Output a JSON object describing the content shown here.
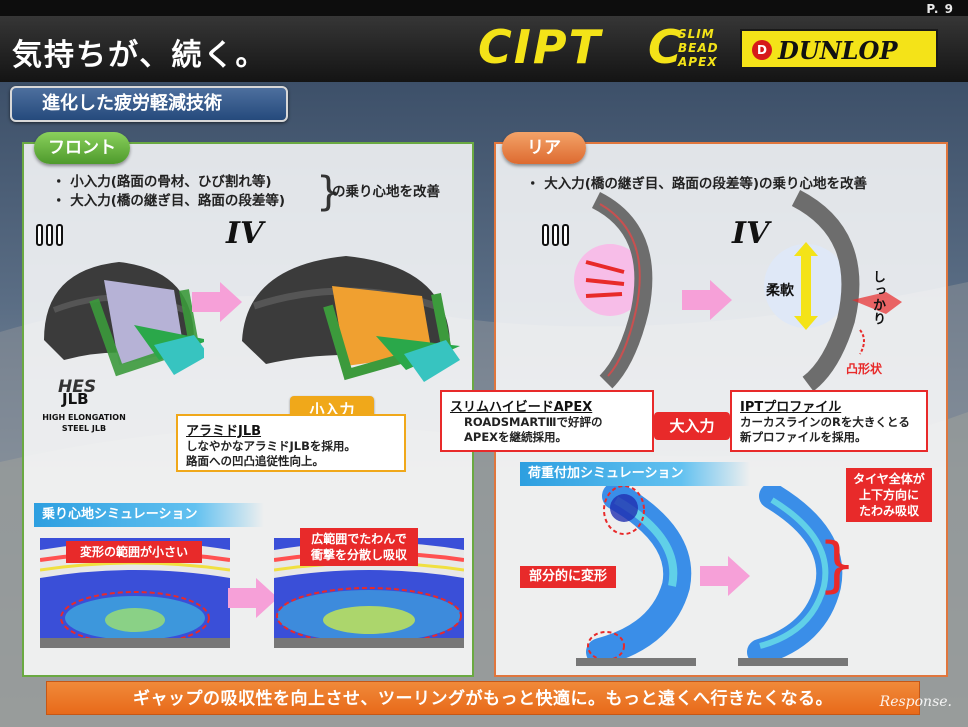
{
  "page": {
    "page_no": "P. 9"
  },
  "header": {
    "headline": "気持ちが、続く。",
    "logo_ipt": "IPT",
    "logo_ipt_c": "C",
    "logo_apex_lines": [
      "SLIM",
      "BEAD",
      "APEX"
    ],
    "logo_dunlop": "DUNLOP",
    "logo_dunlop_mark": "D"
  },
  "section": {
    "title": "進化した疲労軽減技術"
  },
  "front": {
    "tab": "フロント",
    "bullets": [
      "・ 小入力(路面の骨材、ひび割れ等)",
      "・ 大入力(橋の継ぎ目、路面の段差等)"
    ],
    "bullet_note": "の乗り心地を改善",
    "gen_new": "IV",
    "hes_logo": "HES",
    "hes_mark": "JLB",
    "hes_lines": [
      "HIGH ELONGATION",
      "STEEL JLB"
    ],
    "aramid": {
      "title": "アラミドJLB",
      "lines": [
        "しなやかなアラミドJLBを採用。",
        "路面への凹凸追従性向上。"
      ],
      "pill": "小入力"
    },
    "sim": {
      "title": "乗り心地シミュレーション",
      "left_label": "変形の範囲が小さい",
      "right_label": [
        "広範囲でたわんで",
        "衝撃を分散し吸収"
      ]
    }
  },
  "rear": {
    "tab": "リア",
    "bullets": [
      "・ 大入力(橋の継ぎ目、路面の段差等)の乗り心地を改善"
    ],
    "gen_new": "IV",
    "soft_label": "柔軟",
    "firm_label": "しっかり",
    "convex_label": "凸形状",
    "apex": {
      "title": "スリムハイビードAPEX",
      "lines": [
        "ROADSMARTⅢで好評の",
        "APEXを継続採用。"
      ]
    },
    "pill": "大入力",
    "ipt": {
      "title": "IPTプロファイル",
      "lines": [
        "カーカスラインのRを大きくとる",
        "新プロファイルを採用。"
      ]
    },
    "sim": {
      "title": "荷重付加シミュレーション",
      "left_label": "部分的に変形",
      "right_label": [
        "タイヤ全体が",
        "上下方向に",
        "たわみ吸収"
      ]
    }
  },
  "footer": {
    "message": "ギャップの吸収性を向上させ、ツーリングがもっと快適に。もっと遠くへ行きたくなる。",
    "watermark": "Response."
  },
  "colors": {
    "front_accent": "#6aa942",
    "rear_accent": "#e0763d",
    "callout_orange": "#f0a81a",
    "alert_red": "#e82a2a",
    "logo_yellow": "#f4e318",
    "pink_arrow": "#f6a0d8"
  }
}
